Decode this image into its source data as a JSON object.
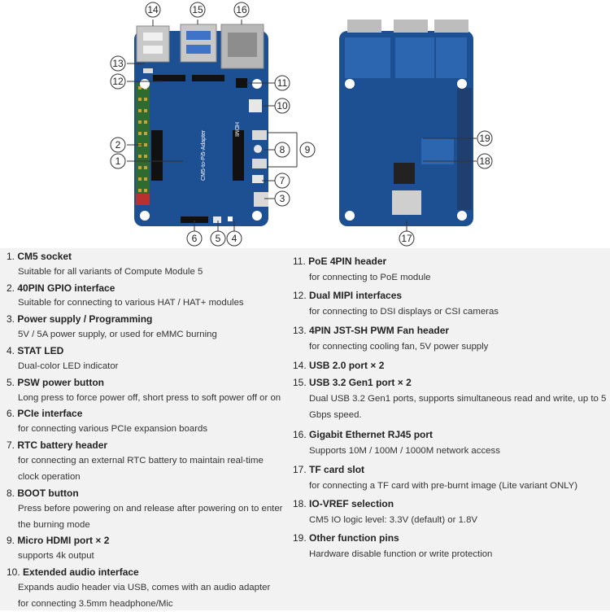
{
  "board_labels": {
    "front_chip": "CM5-to-Pi5-Adapter",
    "port_text": "HDMI"
  },
  "callouts": [
    "1",
    "2",
    "3",
    "4",
    "5",
    "6",
    "7",
    "8",
    "9",
    "10",
    "11",
    "12",
    "13",
    "14",
    "15",
    "16",
    "17",
    "18",
    "19"
  ],
  "features": [
    {
      "num": "1.",
      "name": "CM5 socket",
      "desc": "Suitable for all variants of Compute Module 5"
    },
    {
      "num": "2.",
      "name": "40PIN GPIO interface",
      "desc": "Suitable for connecting to various HAT / HAT+ modules"
    },
    {
      "num": "3.",
      "name": "Power supply / Programming",
      "desc": "5V / 5A power supply, or used for eMMC burning"
    },
    {
      "num": "4.",
      "name": "STAT LED",
      "desc": "Dual-color LED indicator"
    },
    {
      "num": "5.",
      "name": "PSW power button",
      "desc": "Long press to force power off, short press to soft power off or on"
    },
    {
      "num": "6.",
      "name": "PCIe interface",
      "desc": "for connecting various PCIe expansion boards"
    },
    {
      "num": "7.",
      "name": "RTC battery header",
      "desc": "for connecting an external RTC battery to maintain real-time clock operation"
    },
    {
      "num": "8.",
      "name": "BOOT button",
      "desc": "Press before powering on and release after powering on to enter the burning mode"
    },
    {
      "num": "9.",
      "name": "Micro HDMI port × 2",
      "desc": "supports 4k output"
    },
    {
      "num": "10.",
      "name": "Extended audio interface",
      "desc": "Expands audio header via USB, comes with an audio adapter for connecting 3.5mm headphone/Mic"
    },
    {
      "num": "11.",
      "name": "PoE 4PIN header",
      "desc": "for connecting to PoE module"
    },
    {
      "num": "12.",
      "name": "Dual MIPI interfaces",
      "desc": "for connecting to DSI displays or CSI cameras"
    },
    {
      "num": "13.",
      "name": "4PIN JST-SH PWM Fan header",
      "desc": "for connecting cooling fan, 5V power supply"
    },
    {
      "num": "14.",
      "name": "USB 2.0 port × 2",
      "desc": ""
    },
    {
      "num": "15.",
      "name": "USB 3.2 Gen1 port × 2",
      "desc": "Dual USB 3.2 Gen1 ports, supports simultaneous read and write, up to 5 Gbps speed."
    },
    {
      "num": "16.",
      "name": "Gigabit Ethernet RJ45 port",
      "desc": "Supports 10M / 100M / 1000M network access"
    },
    {
      "num": "17.",
      "name": "TF card slot",
      "desc": "for connecting a TF card with pre-burnt image (Lite variant ONLY)"
    },
    {
      "num": "18.",
      "name": "IO-VREF selection",
      "desc": "CM5 IO logic level: 3.3V (default) or 1.8V"
    },
    {
      "num": "19.",
      "name": "Other function pins",
      "desc": "Hardware disable function or write protection"
    }
  ]
}
